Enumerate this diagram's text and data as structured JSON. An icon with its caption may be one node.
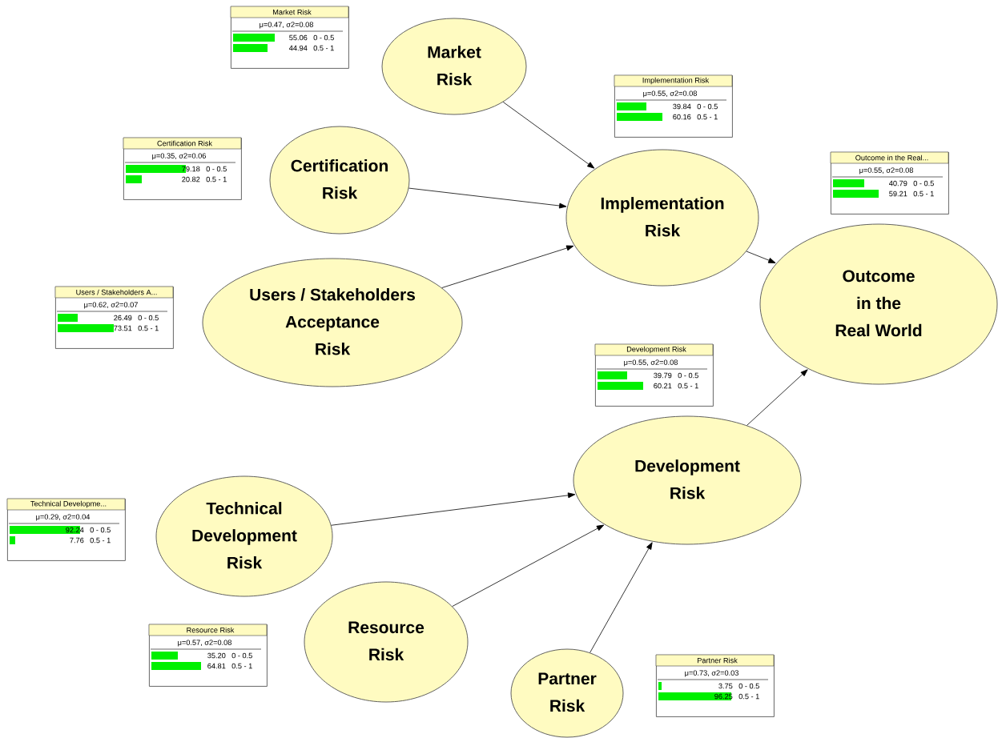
{
  "diagram": {
    "nodes": [
      {
        "text": [
          "Market Risk",
          "μ=0.47, σ2=0.08",
          "55.06",
          "0 - 0.5",
          "44.94",
          "0.5 - 1"
        ]
      },
      {
        "text": [
          "Market Risk"
        ]
      },
      {
        "text": [
          "Implementation Risk",
          "μ=0.55, σ2=0.08",
          "39.84",
          "0 - 0.5",
          "60.16",
          "0.5 - 1"
        ]
      },
      {
        "text": [
          "Certification Risk",
          "μ=0.35, σ2=0.06",
          "79.18",
          "0 - 0.5",
          "20.82",
          "0.5 - 1"
        ]
      },
      {
        "text": [
          "Certification Risk"
        ]
      },
      {
        "text": [
          "Outcome in the Real...",
          "μ=0.55, σ2=0.08",
          "40.79",
          "0 - 0.5",
          "59.21",
          "0.5 - 1"
        ]
      },
      {
        "text": [
          "Implementation Risk"
        ]
      },
      {
        "text": [
          "Users / Stakeholders A...",
          "μ=0.62, σ2=0.07",
          "26.49",
          "0 - 0.5",
          "73.51",
          "0.5 - 1"
        ]
      },
      {
        "text": [
          "Outcome in the Real World"
        ]
      },
      {
        "text": [
          "Users / Stakeholders Acceptance Risk"
        ]
      },
      {
        "text": [
          "Development Risk",
          "μ=0.55, σ2=0.08",
          "39.79",
          "0 - 0.5",
          "60.21",
          "0.5 - 1"
        ]
      },
      {
        "text": [
          "Development Risk"
        ]
      },
      {
        "text": [
          "Technical Developme...",
          "μ=0.29, σ2=0.04",
          "92.24",
          "0 - 0.5",
          "7.76",
          "0.5 - 1"
        ]
      },
      {
        "text": [
          "Technical Development Risk"
        ]
      },
      {
        "text": [
          "Resource Risk",
          "μ=0.57, σ2=0.08",
          "35.20",
          "0 - 0.5",
          "64.81",
          "0.5 - 1"
        ]
      },
      {
        "text": [
          "Resource Risk"
        ]
      },
      {
        "text": [
          "Partner Risk"
        ]
      },
      {
        "text": [
          "Partner Risk",
          "μ=0.73, σ2=0.03",
          "3.75",
          "0 - 0.5",
          "96.25",
          "0.5 - 1"
        ]
      }
    ],
    "edges": [
      {
        "from": 1,
        "to": 6,
        "arrow": "to"
      },
      {
        "from": 4,
        "to": 6,
        "arrow": "to"
      },
      {
        "from": 9,
        "to": 6,
        "arrow": "to"
      },
      {
        "from": 6,
        "to": 8,
        "arrow": "to"
      },
      {
        "from": 11,
        "to": 8,
        "arrow": "to"
      },
      {
        "from": 13,
        "to": 11,
        "arrow": "to"
      },
      {
        "from": 15,
        "to": 11,
        "arrow": "to"
      },
      {
        "from": 16,
        "to": 11,
        "arrow": "to"
      }
    ]
  }
}
